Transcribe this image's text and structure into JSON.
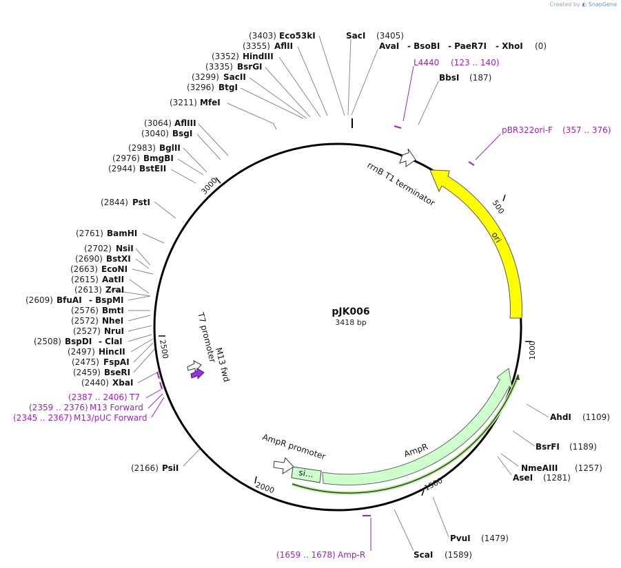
{
  "credit": {
    "prefix": "Created by",
    "brand": "SnapGene"
  },
  "plasmid": {
    "name": "pJK006",
    "length_label": "3418 bp",
    "length": 3418
  },
  "colors": {
    "backbone": "#000000",
    "primer": "#a020c0",
    "ori": "#ffff00",
    "ampr": "#ccffcc",
    "ampr_promoter": "#ffffff"
  },
  "ticks": [
    "500",
    "1000",
    "1500",
    "2000",
    "2500",
    "3000"
  ],
  "top_sites": [
    {
      "pos": "(3403)",
      "name": "Eco53kI"
    },
    {
      "pos": "(3355)",
      "name": "AflII"
    },
    {
      "pos": "(3352)",
      "name": "HindIII"
    },
    {
      "pos": "(3335)",
      "name": "BsrGI"
    },
    {
      "pos": "(3299)",
      "name": "SacII"
    },
    {
      "pos": "(3296)",
      "name": "BtgI"
    },
    {
      "pos": "(3211)",
      "name": "MfeI"
    }
  ],
  "top_right": {
    "saci_name": "SacI",
    "saci_pos": "(3405)",
    "group": [
      "AvaI",
      "- BsoBI",
      "- PaeR7I",
      "- XhoI"
    ],
    "group_pos": "(0)",
    "bbsi_name": "BbsI",
    "bbsi_pos": "(187)"
  },
  "left_sites": [
    {
      "pos": "(3064)",
      "name": "AflIII"
    },
    {
      "pos": "(3040)",
      "name": "BsgI"
    },
    {
      "pos": "(2983)",
      "name": "BglII"
    },
    {
      "pos": "(2976)",
      "name": "BmgBI"
    },
    {
      "pos": "(2944)",
      "name": "BstEII"
    },
    {
      "pos": "(2844)",
      "name": "PstI"
    },
    {
      "pos": "(2761)",
      "name": "BamHI"
    },
    {
      "pos": "(2702)",
      "name": "NsiI"
    },
    {
      "pos": "(2690)",
      "name": "BstXI"
    },
    {
      "pos": "(2663)",
      "name": "EcoNI"
    },
    {
      "pos": "(2615)",
      "name": "AatII"
    },
    {
      "pos": "(2613)",
      "name": "ZraI"
    },
    {
      "pos": "(2609)",
      "name": "BfuAI",
      "extra": "- BspMI"
    },
    {
      "pos": "(2576)",
      "name": "BmtI"
    },
    {
      "pos": "(2572)",
      "name": "NheI"
    },
    {
      "pos": "(2527)",
      "name": "NruI"
    },
    {
      "pos": "(2508)",
      "name": "BspDI",
      "extra": "- ClaI"
    },
    {
      "pos": "(2497)",
      "name": "HincII"
    },
    {
      "pos": "(2475)",
      "name": "FspAI"
    },
    {
      "pos": "(2459)",
      "name": "BseRI"
    },
    {
      "pos": "(2440)",
      "name": "XbaI"
    },
    {
      "pos": "(2166)",
      "name": "PsiI"
    }
  ],
  "right_sites": [
    {
      "name": "AhdI",
      "pos": "(1109)"
    },
    {
      "name": "BsrFI",
      "pos": "(1189)"
    },
    {
      "name": "NmeAIII",
      "pos": "(1257)"
    },
    {
      "name": "AseI",
      "pos": "(1281)"
    },
    {
      "name": "PvuI",
      "pos": "(1479)"
    },
    {
      "name": "ScaI",
      "pos": "(1589)"
    }
  ],
  "primers": [
    {
      "name": "L4440",
      "range": "(123 .. 140)"
    },
    {
      "name": "pBR322ori-F",
      "range": "(357 .. 376)"
    },
    {
      "name": "Amp-R",
      "range": "(1659 .. 1678)"
    },
    {
      "name": "T7",
      "range": "(2387 .. 2406)"
    },
    {
      "name": "M13 Forward",
      "range": "(2359 .. 2376)"
    },
    {
      "name": "M13/pUC Forward",
      "range": "(2345 .. 2367)"
    }
  ],
  "features": {
    "rrnb": "rrnB T1 terminator",
    "ori": "ori",
    "ampr": "AmpR",
    "ampr_promoter": "AmpR promoter",
    "signal": "si…",
    "t7": "T7 promoter",
    "m13": "M13 fwd"
  }
}
